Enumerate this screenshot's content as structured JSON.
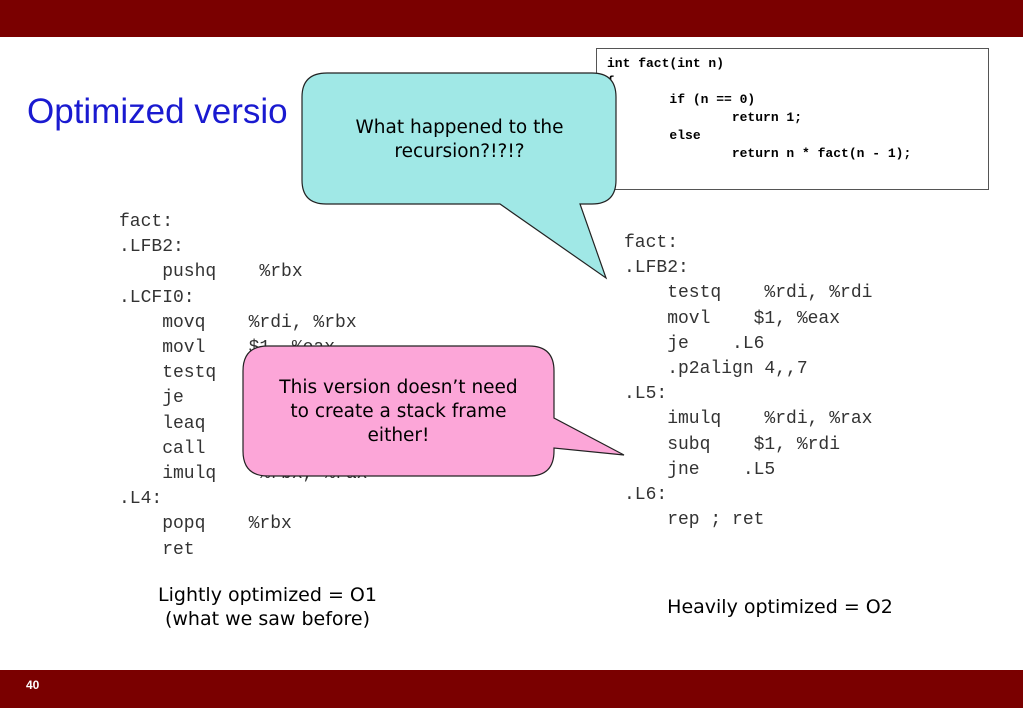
{
  "slide": {
    "title": "Optimized versio",
    "page_number": "40"
  },
  "source_code": "int fact(int n)\n{\n        if (n == 0)\n                return 1;\n        else\n                return n * fact(n - 1);",
  "asm_o1": "fact:\n.LFB2:\n    pushq    %rbx\n.LCFI0:\n    movq    %rdi, %rbx\n    movl    $1, %eax\n    testq\n    je\n    leaq\n    call\n    imulq    %rbx, %rax\n.L4:\n    popq    %rbx\n    ret",
  "asm_o2": "fact:\n.LFB2:\n    testq    %rdi, %rdi\n    movl    $1, %eax\n    je    .L6\n    .p2align 4,,7\n.L5:\n    imulq    %rdi, %rax\n    subq    $1, %rdi\n    jne    .L5\n.L6:\n    rep ; ret",
  "captions": {
    "left": "Lightly optimized = O1\n(what we saw before)",
    "right": "Heavily optimized = O2"
  },
  "callouts": {
    "recursion": "What happened to the\nrecursion?!?!?",
    "stack_frame": "This version doesn’t need\nto create a stack frame\neither!"
  },
  "colors": {
    "bar": "#7a0000",
    "title": "#1a1ad0",
    "callout_cyan": "#a0e8e6",
    "callout_pink": "#fca6d8"
  }
}
